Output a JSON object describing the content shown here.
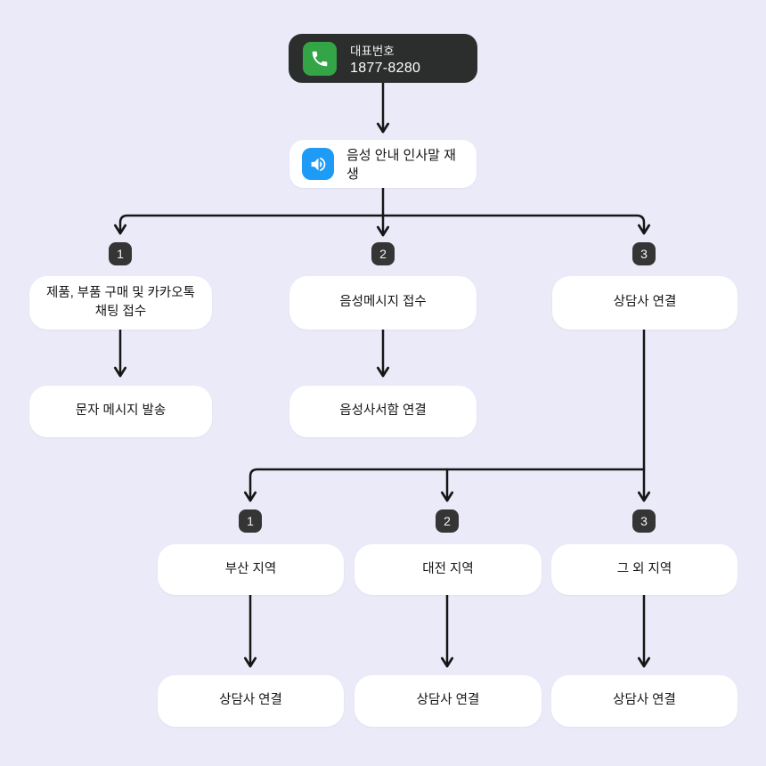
{
  "root": {
    "name": "대표번호",
    "number": "1877-8280",
    "icon": "phone-icon"
  },
  "greeting": {
    "label": "음성 안내 인사말 재생",
    "icon": "speaker-icon"
  },
  "level1": {
    "options": [
      {
        "key": "1",
        "label": "제품, 부품 구매 및 카카오톡 채팅 접수",
        "next": "문자 메시지 발송"
      },
      {
        "key": "2",
        "label": "음성메시지 접수",
        "next": "음성사서함 연결"
      },
      {
        "key": "3",
        "label": "상담사 연결"
      }
    ]
  },
  "level2": {
    "options": [
      {
        "key": "1",
        "label": "부산 지역",
        "next": "상담사 연결"
      },
      {
        "key": "2",
        "label": "대전 지역",
        "next": "상담사 연결"
      },
      {
        "key": "3",
        "label": "그 외 지역",
        "next": "상담사 연결"
      }
    ]
  },
  "colors": {
    "background": "#EAEAF9",
    "root_box": "#2B2E2C",
    "phone_icon_green": "#34A546",
    "speaker_icon_blue": "#1D9BF6",
    "badge_dark": "#353535",
    "line": "#161616",
    "card_white": "#FFFFFF"
  }
}
